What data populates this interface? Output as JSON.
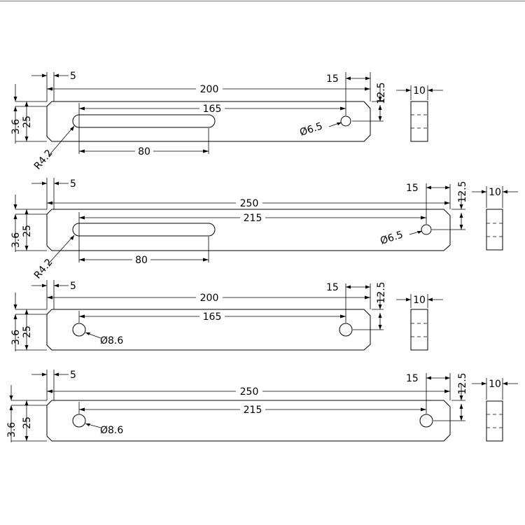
{
  "views": [
    {
      "edge_offset": "5",
      "overall_length": "200",
      "slot_centers": "165",
      "end_hole_offset": "15",
      "hole_offset": "12.5",
      "edge_height": "3.6",
      "hole_height": "25",
      "thickness": "10",
      "slot_radius": "R4.2",
      "slot_length": "80",
      "hole_diameter": "Ø6.5"
    },
    {
      "edge_offset": "5",
      "overall_length": "250",
      "slot_centers": "215",
      "end_hole_offset": "15",
      "hole_offset": "12.5",
      "edge_height": "3.6",
      "hole_height": "25",
      "thickness": "10",
      "slot_radius": "R4.2",
      "slot_length": "80",
      "hole_diameter": "Ø6.5"
    },
    {
      "edge_offset": "5",
      "overall_length": "200",
      "slot_centers": "165",
      "end_hole_offset": "15",
      "hole_offset": "12.5",
      "edge_height": "3.6",
      "hole_height": "25",
      "thickness": "10",
      "hole_diameter": "Ø8.6"
    },
    {
      "edge_offset": "5",
      "overall_length": "250",
      "slot_centers": "215",
      "end_hole_offset": "15",
      "hole_offset": "12.5",
      "edge_height": "3.6",
      "hole_height": "25",
      "thickness": "10",
      "hole_diameter": "Ø8.6"
    }
  ]
}
